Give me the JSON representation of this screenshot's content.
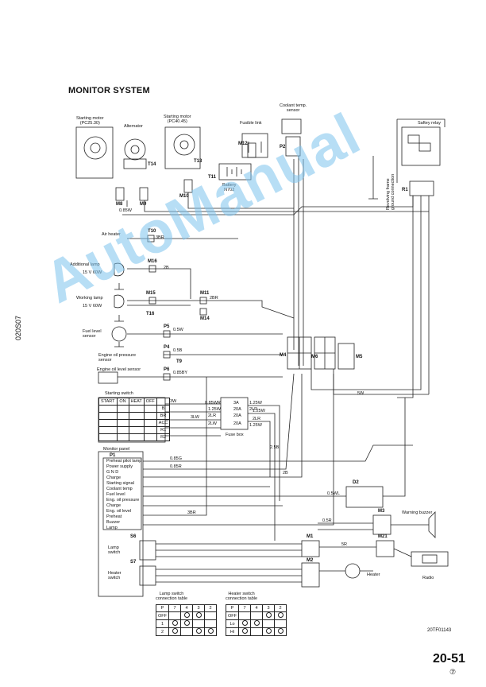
{
  "title": "MONITOR SYSTEM",
  "side_code": "020S07",
  "page_number": "20-51",
  "revision": "⑦",
  "figure_code": "20TF01143",
  "watermark": "AutoManual",
  "components": {
    "starting_motor_pc2530": "Starting motor\n(PC25.30)",
    "alternator": "Alternator",
    "starting_motor_pc4045": "Starting motor\n(PC40.45)",
    "fusible_link": "Fusible link",
    "coolant_temp_sensor": "Coolant temp.\nsensor",
    "safety_relay": "Saftey relay",
    "battery": "Battery\nN702",
    "air_heater": "Air heater",
    "additional_lamp": "Additional lamp",
    "additional_lamp_rating": "15 V 60W",
    "working_lamp": "Working lamp",
    "working_lamp_rating": "15 V 60W",
    "fuel_level_sensor": "Fuel level\nsensor",
    "engine_oil_pressure_sensor": "Engine oil pressure\nsensor",
    "engine_oil_level_sensor": "Engine oil level sensor",
    "starting_switch": "Starting switch",
    "fuse_box": "Fuse box",
    "monitor_panel": "Monitor panel",
    "lamp_switch": "Lamp\nswitch",
    "heater_switch": "Heater\nswitch",
    "warning_buzzer": "Warning buzzer",
    "radio": "Radio",
    "heater": "Heater",
    "revolving_frame": "Revolving frame\nground connection"
  },
  "connectors": [
    "M8",
    "M9",
    "T14",
    "M10",
    "T13",
    "T11",
    "M12",
    "P2",
    "R1",
    "T10",
    "M16",
    "M15",
    "M11",
    "T16",
    "M14",
    "P5",
    "P4",
    "T9",
    "P6",
    "M4",
    "M6",
    "M5",
    "P1",
    "S6",
    "S7",
    "D2",
    "M3",
    "M1",
    "M21",
    "M2"
  ],
  "wires": [
    "0.85W",
    "3BR",
    "2B",
    "0.5W",
    "0.5B",
    "0.85BY",
    "0.85G",
    "0.85R",
    "2BR",
    "3W",
    "5W",
    "1.25W",
    "2LR",
    "3LW",
    "2B",
    "2.5B",
    "0.5R",
    "5R",
    "3BR",
    "0.5WL"
  ],
  "starting_switch_table": {
    "headers": [
      "START",
      "ON",
      "HEAT",
      "OFF"
    ],
    "terminals": [
      "B",
      "BR",
      "ACC",
      "R1",
      "R2"
    ]
  },
  "fuse_box_entries": [
    "0.85WR",
    "1.25W",
    "2LR",
    "2LW",
    "3A",
    "20A",
    "20A",
    "20A",
    "1.25W",
    "2LR",
    "1.25W"
  ],
  "monitor_panel_rows": [
    "Preheat pilot lamp",
    "Power supply",
    "G N D",
    "Charge",
    "Starting signal",
    "Coolant temp",
    "Fuel level",
    "Eng. oil pressure",
    "Charge",
    "Eng. oil level",
    "Preheat",
    "Buzzer",
    "Lamp"
  ],
  "lamp_switch_table": {
    "caption": "Lamp switch\nconnection table",
    "headers": [
      "P",
      "7",
      "4",
      "3",
      "2"
    ],
    "rows": [
      [
        "OFF",
        "",
        "",
        "",
        ""
      ],
      [
        "1",
        "",
        "",
        "",
        ""
      ],
      [
        "2",
        "",
        "",
        "",
        ""
      ]
    ]
  },
  "heater_switch_table": {
    "caption": "Heater switch\nconnection table",
    "headers": [
      "P",
      "7",
      "4",
      "3",
      "2"
    ],
    "rows": [
      [
        "OFF",
        "",
        "",
        "",
        ""
      ],
      [
        "Lo",
        "",
        "",
        "",
        ""
      ],
      [
        "Hi",
        "",
        "",
        "",
        ""
      ]
    ]
  }
}
